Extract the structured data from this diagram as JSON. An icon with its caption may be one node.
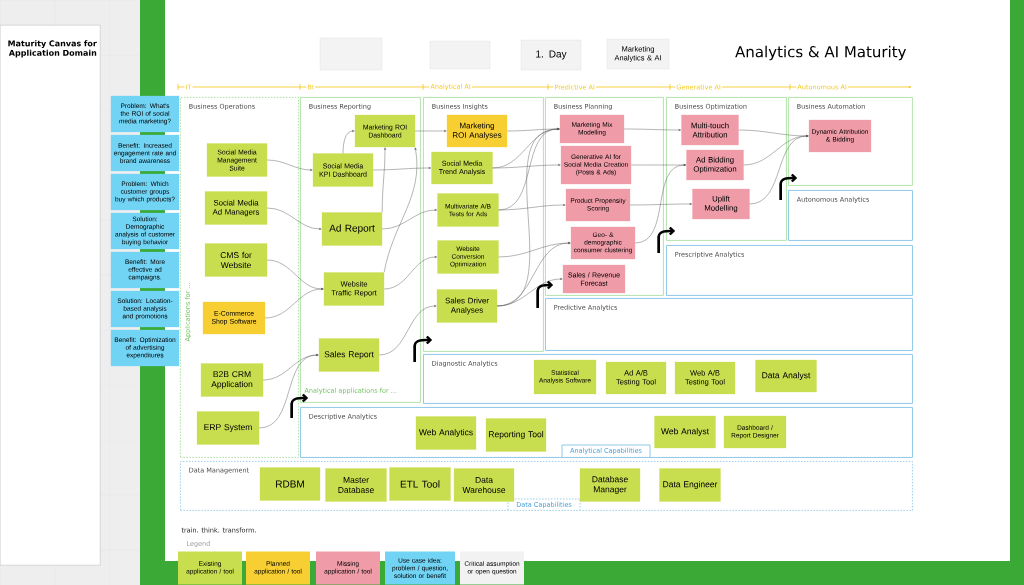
{
  "diagram": {
    "title": "Analytics & AI Maturity",
    "nodes": [
      {
        "text": [],
        "shape": "box"
      },
      {
        "text": [],
        "shape": "box"
      },
      {
        "text": [
          "1. Day"
        ]
      },
      {
        "text": [
          "Marketing Analytics & AI"
        ]
      },
      {
        "text": [
          "Problem: What's the ROI of social media marketing?"
        ]
      },
      {
        "text": [
          "Benefit: Increased engagement rate and brand awareness"
        ]
      },
      {
        "text": [
          "Problem: Which customer groups buy which products?"
        ]
      },
      {
        "text": [
          "Solution: Demographic analysis of customer buying behavior"
        ]
      },
      {
        "text": [
          "Benefit: More effective ad campaigns."
        ]
      },
      {
        "text": [
          "Solution: Location-based analysis and promotions"
        ]
      },
      {
        "text": [
          "Benefit: Optimization of advertising expenditures"
        ]
      },
      {
        "text": [
          "Business Operations"
        ]
      },
      {
        "text": [
          "Social Media Management Suite"
        ],
        "in": 11
      },
      {
        "text": [
          "Social Media Ad Managers"
        ],
        "in": 11
      },
      {
        "text": [
          "CMS for Website"
        ],
        "in": 11
      },
      {
        "text": [
          "E-Commerce Shop Software"
        ],
        "in": 11
      },
      {
        "text": [
          "B2B CRM Application"
        ],
        "in": 11
      },
      {
        "text": [
          "ERP System"
        ],
        "in": 11
      },
      {
        "text": [
          "Business Reporting"
        ]
      },
      {
        "text": [
          "Marketing ROI Dashboard"
        ],
        "in": 18
      },
      {
        "text": [
          "Social Media KPI Dashboard"
        ],
        "in": 18
      },
      {
        "text": [
          "Ad Report"
        ],
        "in": 18
      },
      {
        "text": [
          "Website Traffic Report"
        ],
        "in": 18
      },
      {
        "text": [
          "Sales Report"
        ],
        "in": 18
      },
      {
        "text": [
          "Business Insights"
        ]
      },
      {
        "text": [
          "Marketing ROI Analyses"
        ],
        "in": 24
      },
      {
        "text": [
          "Social Media Trend Analysis"
        ],
        "in": 24
      },
      {
        "text": [
          "Multivariate A/B Tests for Ads"
        ],
        "in": 24
      },
      {
        "text": [
          "Website Conversion Optimization"
        ],
        "in": 24
      },
      {
        "text": [
          "Sales Driver Analyses"
        ],
        "in": 24
      },
      {
        "text": [
          "Business Planning"
        ]
      },
      {
        "text": [
          "Marketing Mix Modelling"
        ],
        "in": 30
      },
      {
        "text": [
          "Generative AI for Social Media Creation (Posts & Ads)"
        ],
        "in": 30
      },
      {
        "text": [
          "Product Propensity Scoring"
        ],
        "in": 30
      },
      {
        "text": [
          "Geo- & demographic consumer clustering"
        ],
        "in": 30
      },
      {
        "text": [
          "Sales / Revenue Forecast"
        ],
        "in": 30
      },
      {
        "text": [
          "Business Optimization"
        ]
      },
      {
        "text": [
          "Multi-touch Attribution"
        ],
        "in": 36
      },
      {
        "text": [
          "Ad Bidding Optimization"
        ],
        "in": 36
      },
      {
        "text": [
          "Uplift Modelling"
        ],
        "in": 36
      },
      {
        "text": [
          "Business Automation"
        ]
      },
      {
        "text": [
          "Dynamic Attribution & Bidding"
        ],
        "in": 40
      },
      {
        "text": [
          "Autonomous Analytics"
        ]
      },
      {
        "text": [
          "Prescriptive Analytics"
        ]
      },
      {
        "text": [
          "Predictive Analytics"
        ]
      },
      {
        "text": [
          "Diagnostic Analytics"
        ]
      },
      {
        "text": [
          "Statistical Analysis Software"
        ],
        "in": 45
      },
      {
        "text": [
          "Ad A/B Testing Tool"
        ],
        "in": 45
      },
      {
        "text": [
          "Web A/B Testing Tool"
        ],
        "in": 45
      },
      {
        "text": [
          "Data Analyst"
        ],
        "in": 45
      },
      {
        "text": [
          "Descriptive Analytics"
        ]
      },
      {
        "text": [
          "Web Analytics"
        ],
        "in": 50
      },
      {
        "text": [
          "Reporting Tool"
        ],
        "in": 50
      },
      {
        "text": [
          "Web Analyst"
        ],
        "in": 50
      },
      {
        "text": [
          "Dashboard / Report Designer"
        ],
        "in": 50
      },
      {
        "text": [
          "Data Management"
        ]
      },
      {
        "text": [
          "RDBM"
        ],
        "in": 55
      },
      {
        "text": [
          "Master Database"
        ],
        "in": 55
      },
      {
        "text": [
          "ETL Tool"
        ],
        "in": 55
      },
      {
        "text": [
          "Data Warehouse"
        ],
        "in": 55
      },
      {
        "text": [
          "Database Manager"
        ],
        "in": 55
      },
      {
        "text": [
          "Data Engineer"
        ],
        "in": 55
      },
      {
        "text": [
          "Maturity Canvas for Application Domain"
        ]
      }
    ],
    "edges": [
      {
        "from": 12,
        "to": 20,
        "arrow": "to"
      },
      {
        "from": 13,
        "to": 21,
        "arrow": "to"
      },
      {
        "from": 14,
        "to": 22,
        "arrow": "to"
      },
      {
        "from": 15,
        "to": 22,
        "arrow": "to"
      },
      {
        "from": 16,
        "to": 23,
        "arrow": "to"
      },
      {
        "from": 17,
        "to": 23,
        "arrow": "to"
      },
      {
        "from": 20,
        "to": 19,
        "arrow": "to"
      },
      {
        "from": 21,
        "to": 19,
        "arrow": "to"
      },
      {
        "from": 22,
        "to": 19,
        "arrow": "to"
      },
      {
        "from": 19,
        "to": 25,
        "arrow": "to"
      },
      {
        "from": 20,
        "to": 26,
        "arrow": "to"
      },
      {
        "from": 21,
        "to": 27,
        "arrow": "to"
      },
      {
        "from": 22,
        "to": 28,
        "arrow": "to"
      },
      {
        "from": 23,
        "to": 29,
        "arrow": "to"
      },
      {
        "from": 25,
        "to": 31,
        "arrow": "to"
      },
      {
        "from": 26,
        "to": 31,
        "arrow": "to"
      },
      {
        "from": 26,
        "to": 32,
        "arrow": "to"
      },
      {
        "from": 27,
        "to": 31,
        "arrow": "to"
      },
      {
        "from": 27,
        "to": 33,
        "arrow": "to"
      },
      {
        "from": 28,
        "to": 34,
        "arrow": "to"
      },
      {
        "from": 29,
        "to": 31,
        "arrow": "to"
      },
      {
        "from": 29,
        "to": 34,
        "arrow": "to"
      },
      {
        "from": 29,
        "to": 35,
        "arrow": "to"
      },
      {
        "from": 31,
        "to": 37,
        "arrow": "to"
      },
      {
        "from": 32,
        "to": 38,
        "arrow": "to"
      },
      {
        "from": 33,
        "to": 39,
        "arrow": "to"
      },
      {
        "from": 34,
        "to": 38,
        "arrow": "to"
      },
      {
        "from": 37,
        "to": 41,
        "arrow": "to"
      },
      {
        "from": 38,
        "to": 41,
        "arrow": "to"
      },
      {
        "from": 39,
        "to": 41,
        "arrow": "to"
      },
      {
        "from": 11,
        "to": 18,
        "arrow": "to",
        "style": "thick",
        "color": "#000000"
      },
      {
        "from": 18,
        "to": 24,
        "arrow": "to",
        "style": "thick",
        "color": "#000000"
      },
      {
        "from": 24,
        "to": 30,
        "arrow": "to",
        "style": "thick",
        "color": "#000000"
      },
      {
        "from": 30,
        "to": 36,
        "arrow": "to",
        "style": "thick",
        "color": "#000000"
      },
      {
        "from": 36,
        "to": 40,
        "arrow": "to",
        "style": "thick",
        "color": "#000000"
      }
    ],
    "labels": [
      "IT",
      "BI",
      "Analytical AI",
      "Predictive AI",
      "Generative AI",
      "Autonomous AI",
      "Applications for ...",
      "Analytical applications for ...",
      "Analytical Capabilities",
      "Data Capabilities",
      "train. think. transform.",
      "Legend"
    ],
    "legend": [
      {
        "text": "Existing application / tool",
        "color": "#c9de4f"
      },
      {
        "text": "Planned application / tool",
        "color": "#f7cf33"
      },
      {
        "text": "Missing application / tool",
        "color": "#ef9ca8"
      },
      {
        "text": "Use case idea: problem / question, solution or benefit",
        "color": "#72d4f5"
      },
      {
        "text": "Critical assumption or open question",
        "color": "#f2f2f2"
      }
    ]
  }
}
